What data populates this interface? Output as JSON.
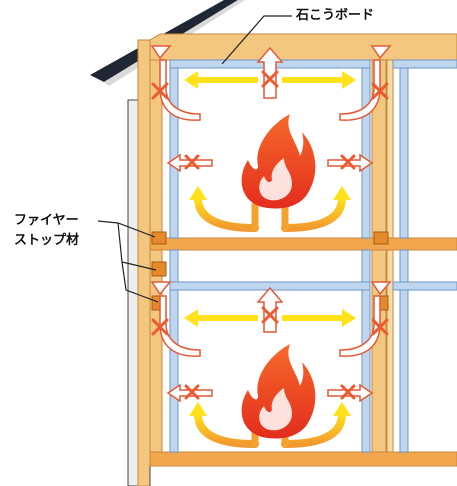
{
  "labels": {
    "gypsum_board": "石こうボード",
    "fire_stop_line1": "ファイヤー",
    "fire_stop_line2": "ストップ材"
  },
  "colors": {
    "frame_wood": "#f3c77f",
    "frame_wood_dark": "#e2953f",
    "fire_stop_block": "#e58a2a",
    "stud_blue": "#bfd6ef",
    "stud_blue_edge": "#6f96c8",
    "wall_line": "#444444",
    "roof_dark": "#1e2733",
    "flame_red": "#e8381f",
    "flame_orange": "#f47a2a",
    "arrow_yellow": "#ffe21a",
    "arrow_orange": "#f4a12f",
    "blocked_x": "#ee5a2f",
    "arrow_outline": "#e05a38"
  },
  "floors": [
    {
      "name": "upper-floor-unit"
    },
    {
      "name": "lower-floor-unit"
    }
  ]
}
